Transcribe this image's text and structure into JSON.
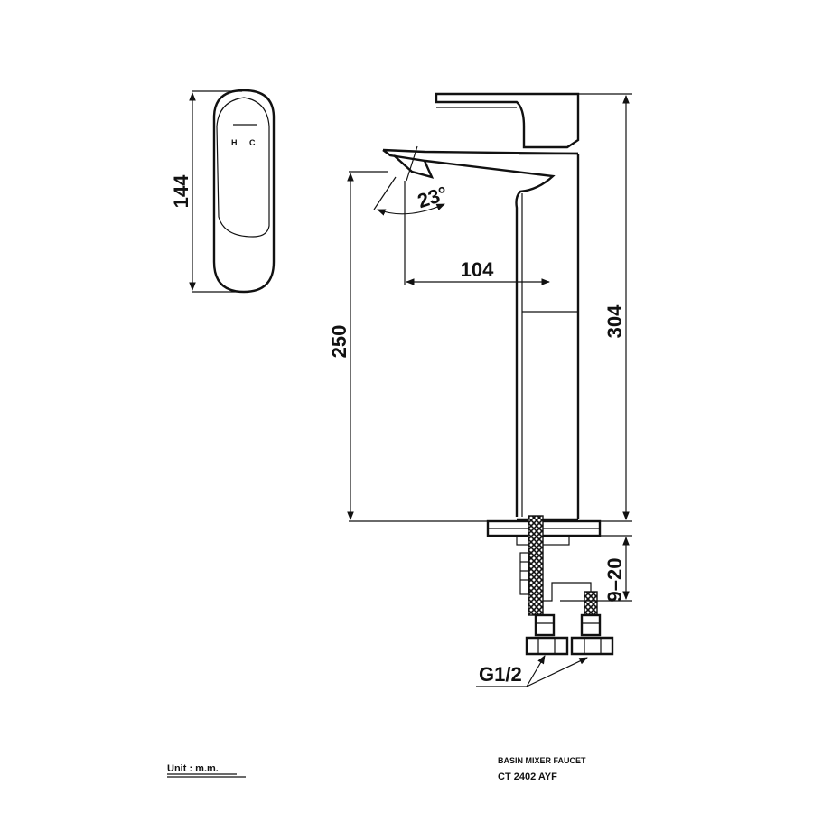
{
  "dimensions": {
    "handle_height": "144",
    "spout_height": "250",
    "total_height": "304",
    "spout_reach": "104",
    "angle": "23°",
    "deck_thickness": "9–20",
    "thread": "G1/2"
  },
  "handle_marks": {
    "hot": "H",
    "cold": "C"
  },
  "footer": {
    "unit": "Unit : m.m.",
    "product_name": "BASIN MIXER FAUCET",
    "model": "CT 2402 AYF"
  }
}
